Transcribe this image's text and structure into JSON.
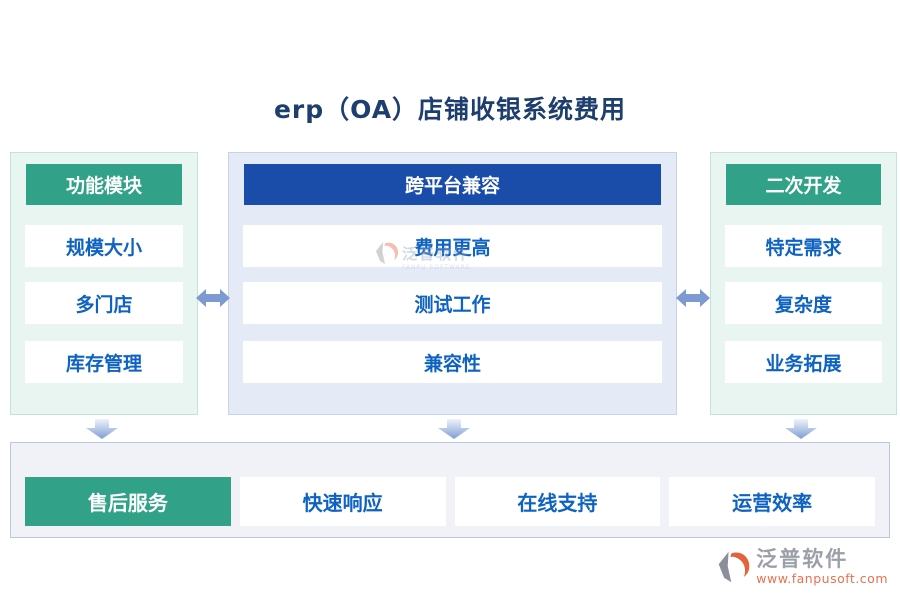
{
  "page": {
    "title": "erp（OA）店铺收银系统费用"
  },
  "columns": [
    {
      "header": "功能模块",
      "theme": "green",
      "items": [
        "规模大小",
        "多门店",
        "库存管理"
      ]
    },
    {
      "header": "跨平台兼容",
      "theme": "blue",
      "items": [
        "费用更高",
        "测试工作",
        "兼容性"
      ]
    },
    {
      "header": "二次开发",
      "theme": "green",
      "items": [
        "特定需求",
        "复杂度",
        "业务拓展"
      ]
    }
  ],
  "bottom_bar": [
    {
      "label": "售后服务",
      "theme": "green"
    },
    {
      "label": "快速响应",
      "theme": "white"
    },
    {
      "label": "在线支持",
      "theme": "white"
    },
    {
      "label": "运营效率",
      "theme": "white"
    }
  ],
  "watermark": {
    "brand": "泛普软件",
    "subtitle": "FANPU SOFTWARE"
  },
  "footer": {
    "brand": "泛普软件",
    "url": "www.fanpusoft.com"
  },
  "colors": {
    "green": "#31a287",
    "header_blue": "#1a4caa",
    "item_text_blue": "#0e62c2",
    "title_navy": "#1d3e6e",
    "arrow_blue": "#7d9bd2",
    "panel_green_bg": "#e9f5f1",
    "panel_blue_bg": "#e4ebf6",
    "bottom_bar_bg": "#f0f2f7",
    "logo_orange": "#e2633c",
    "logo_gray": "#9ba0a8"
  }
}
